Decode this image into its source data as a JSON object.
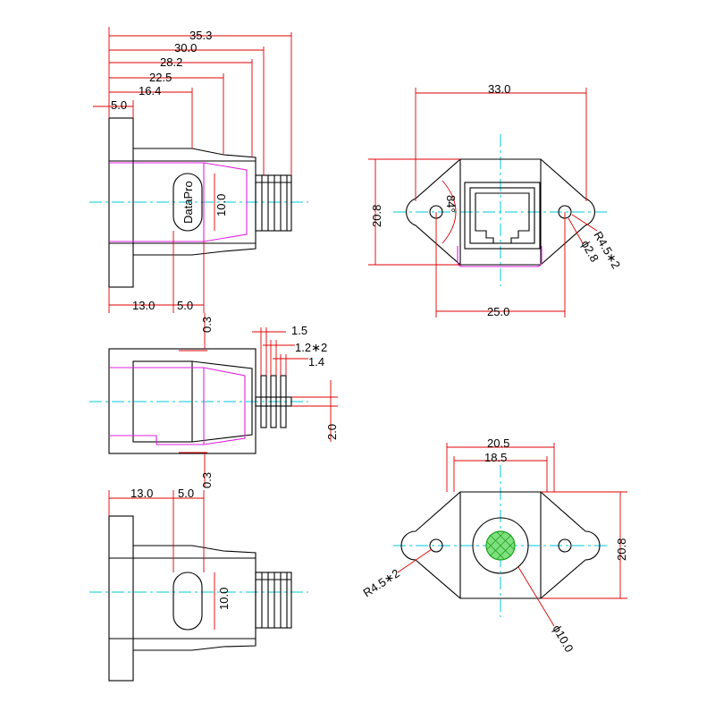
{
  "side_view": {
    "dims_top": [
      "35.3",
      "30.0",
      "28.2",
      "22.5",
      "16.4",
      "5.0"
    ],
    "slot_height": "10.0",
    "logo_text": "DataPro",
    "dims_bottom": [
      "13.0",
      "5.0"
    ]
  },
  "front_view": {
    "width": "33.0",
    "height": "20.8",
    "angle": "84°",
    "corner_radius": "R4.5∗2",
    "hole_diameter": "ϕ2.8",
    "hole_pitch": "25.0"
  },
  "top_view": {
    "gap_top": "0.3",
    "gap_bottom": "0.3",
    "fin_pitch": "1.5",
    "fin_thickness": "1.2∗2",
    "fin_gap": "1.4",
    "fin_depth": "2.0"
  },
  "bottom_side_view": {
    "dims_top": [
      "13.0",
      "5.0"
    ],
    "slot_height": "10.0"
  },
  "rear_view": {
    "outer_width": "20.5",
    "inner_width": "18.5",
    "height": "20.8",
    "corner_radius": "R4.5∗2",
    "bore_diameter": "ϕ10.0"
  }
}
